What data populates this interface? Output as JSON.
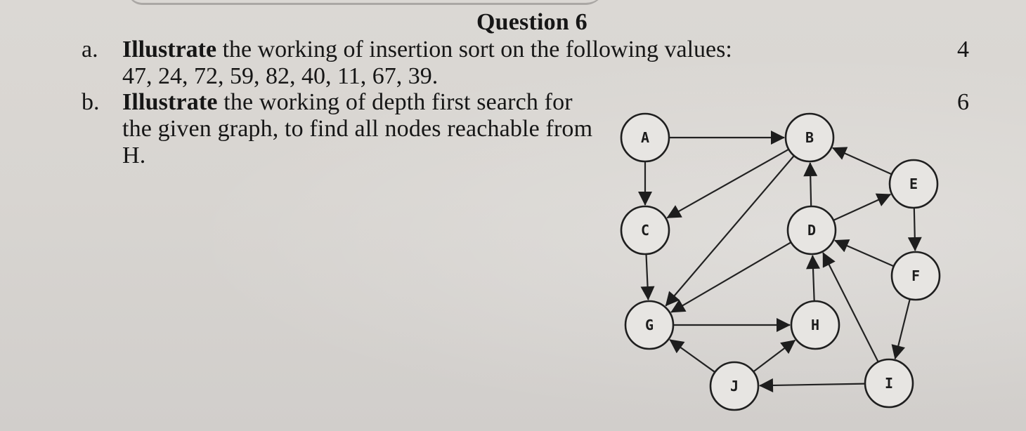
{
  "question": {
    "title": "Question 6",
    "parts": [
      {
        "marker": "a.",
        "bold_lead": "Illustrate",
        "lines": [
          " the working of insertion sort on the following values:",
          "47, 24, 72, 59, 82, 40, 11, 67, 39."
        ],
        "marks": "4"
      },
      {
        "marker": "b.",
        "bold_lead": "Illustrate",
        "lines": [
          " the working of depth first search for",
          "the given graph, to find all nodes reachable from",
          "H."
        ],
        "marks": "6"
      }
    ]
  },
  "graph": {
    "nodes": [
      "A",
      "B",
      "C",
      "D",
      "E",
      "F",
      "G",
      "H",
      "I",
      "J"
    ],
    "edges": [
      {
        "from": "A",
        "to": "B"
      },
      {
        "from": "A",
        "to": "C"
      },
      {
        "from": "B",
        "to": "C"
      },
      {
        "from": "B",
        "to": "G"
      },
      {
        "from": "E",
        "to": "B"
      },
      {
        "from": "E",
        "to": "F"
      },
      {
        "from": "D",
        "to": "B"
      },
      {
        "from": "D",
        "to": "E"
      },
      {
        "from": "D",
        "to": "G"
      },
      {
        "from": "F",
        "to": "D"
      },
      {
        "from": "F",
        "to": "I"
      },
      {
        "from": "C",
        "to": "G"
      },
      {
        "from": "G",
        "to": "H"
      },
      {
        "from": "H",
        "to": "D"
      },
      {
        "from": "I",
        "to": "D"
      },
      {
        "from": "I",
        "to": "J"
      },
      {
        "from": "J",
        "to": "G"
      },
      {
        "from": "J",
        "to": "H"
      }
    ]
  }
}
